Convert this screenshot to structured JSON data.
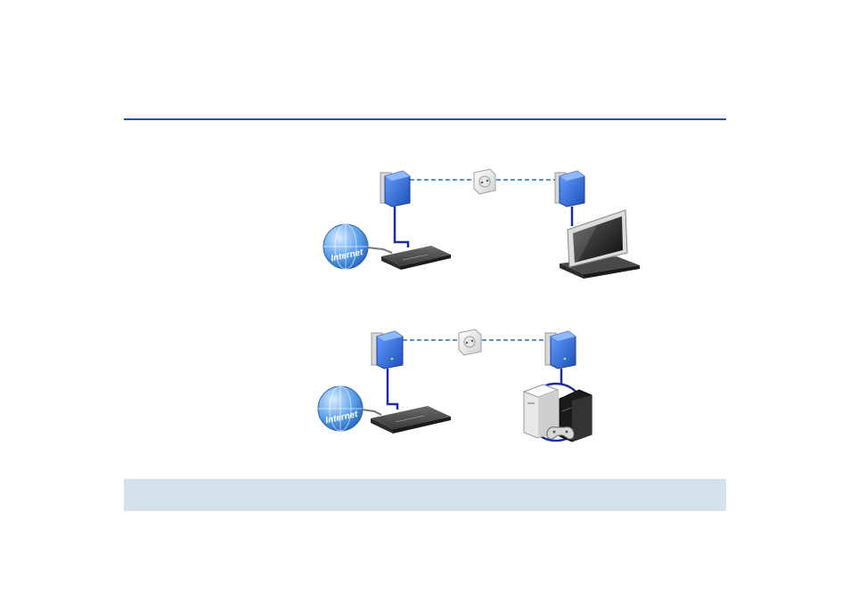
{
  "diagrams": [
    {
      "id": "tv-setup",
      "globe_label": "Internet",
      "end_device": "tv"
    },
    {
      "id": "console-setup",
      "globe_label": "Internet",
      "end_device": "game-consoles"
    }
  ],
  "colors": {
    "rule": "#1f4fb3",
    "band": "#d5e2ee",
    "adapter": "#2f6fd0",
    "cable": "#1c2fa0",
    "dashed_link": "#5f8fd0"
  }
}
